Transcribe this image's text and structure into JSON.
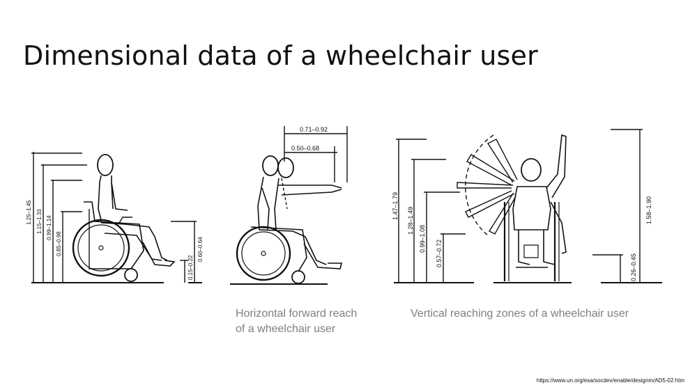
{
  "title": "Dimensional data of a wheelchair user",
  "figure1": {
    "dimensions": [
      "1.25–1.45",
      "1.15–1.33",
      "0.99–1.14",
      "0.85–0.98",
      "0.60–0.64",
      "0.15–0.22"
    ]
  },
  "figure2": {
    "caption": "Horizontal forward reach of a wheelchair user",
    "dimensions": [
      "0.71–0.92",
      "0.50–0.68"
    ]
  },
  "figure3": {
    "caption": "Vertical reaching zones of a wheelchair user",
    "dimensions": [
      "1.47–1.79",
      "1.28–1.49",
      "0.99–1.08",
      "0.57–0.72",
      "1.58–1.90",
      "0.26–0.45"
    ]
  },
  "source": "https://www.un.org/esa/socdev/enable/designm/AD5-02.htm"
}
